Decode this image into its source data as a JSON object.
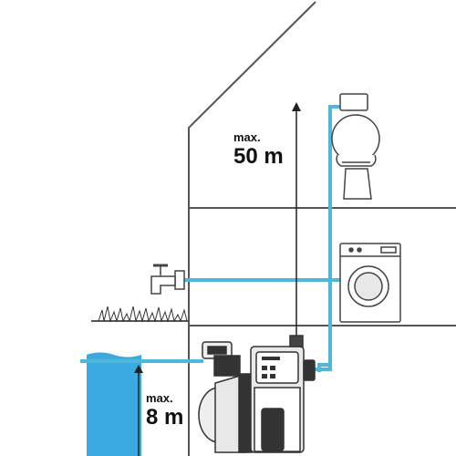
{
  "labels": {
    "height_max_small": "max.",
    "height_max_value": "50 m",
    "suction_max_small": "max.",
    "suction_max_value": "8 m"
  },
  "colors": {
    "water_pipe": "#4fb8d8",
    "water_tank": "#3aaae0",
    "lines": "#555555",
    "pump_dark": "#333333",
    "pump_light": "#e8e8e8"
  },
  "icons": [
    "house-outline",
    "toilet-icon",
    "faucet-icon",
    "washing-machine-icon",
    "grass-icon",
    "water-tank",
    "pump-icon",
    "height-arrow-icon",
    "suction-arrow-icon"
  ]
}
